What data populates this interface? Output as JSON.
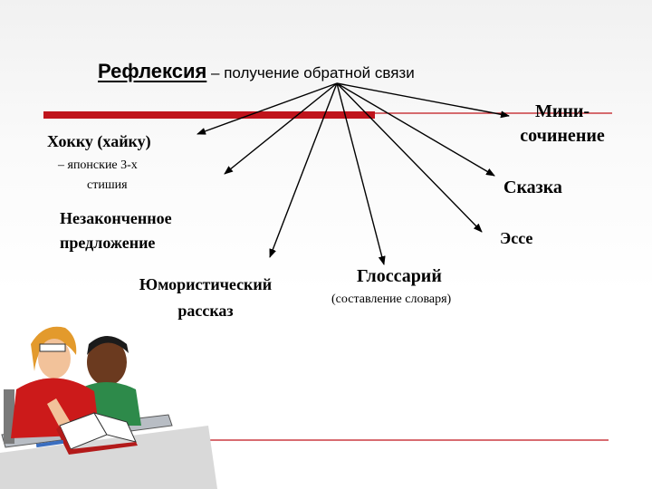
{
  "title": {
    "main": "Рефлексия",
    "rest": " – получение обратной связи"
  },
  "techniques": {
    "haiku": {
      "name": "Хокку (хайку)",
      "desc_line1": "– японские 3-х",
      "desc_line2": "стишия"
    },
    "unfinished": {
      "line1": "Незаконченное",
      "line2": "предложение"
    },
    "humor": {
      "line1": "Юмористический",
      "line2": "рассказ"
    },
    "glossary": {
      "name": "Глоссарий",
      "desc": "(составление словаря)"
    },
    "essay": {
      "name": "Эссе"
    },
    "fairytale": {
      "name": "Сказка"
    },
    "mini": {
      "line1": "Мини-",
      "line2": "сочинение"
    }
  },
  "colors": {
    "accent_red": "#c0141c",
    "thin_line": "#c0141c",
    "arrow": "#000000"
  },
  "image": {
    "icon": "teacher-student-clipart"
  }
}
